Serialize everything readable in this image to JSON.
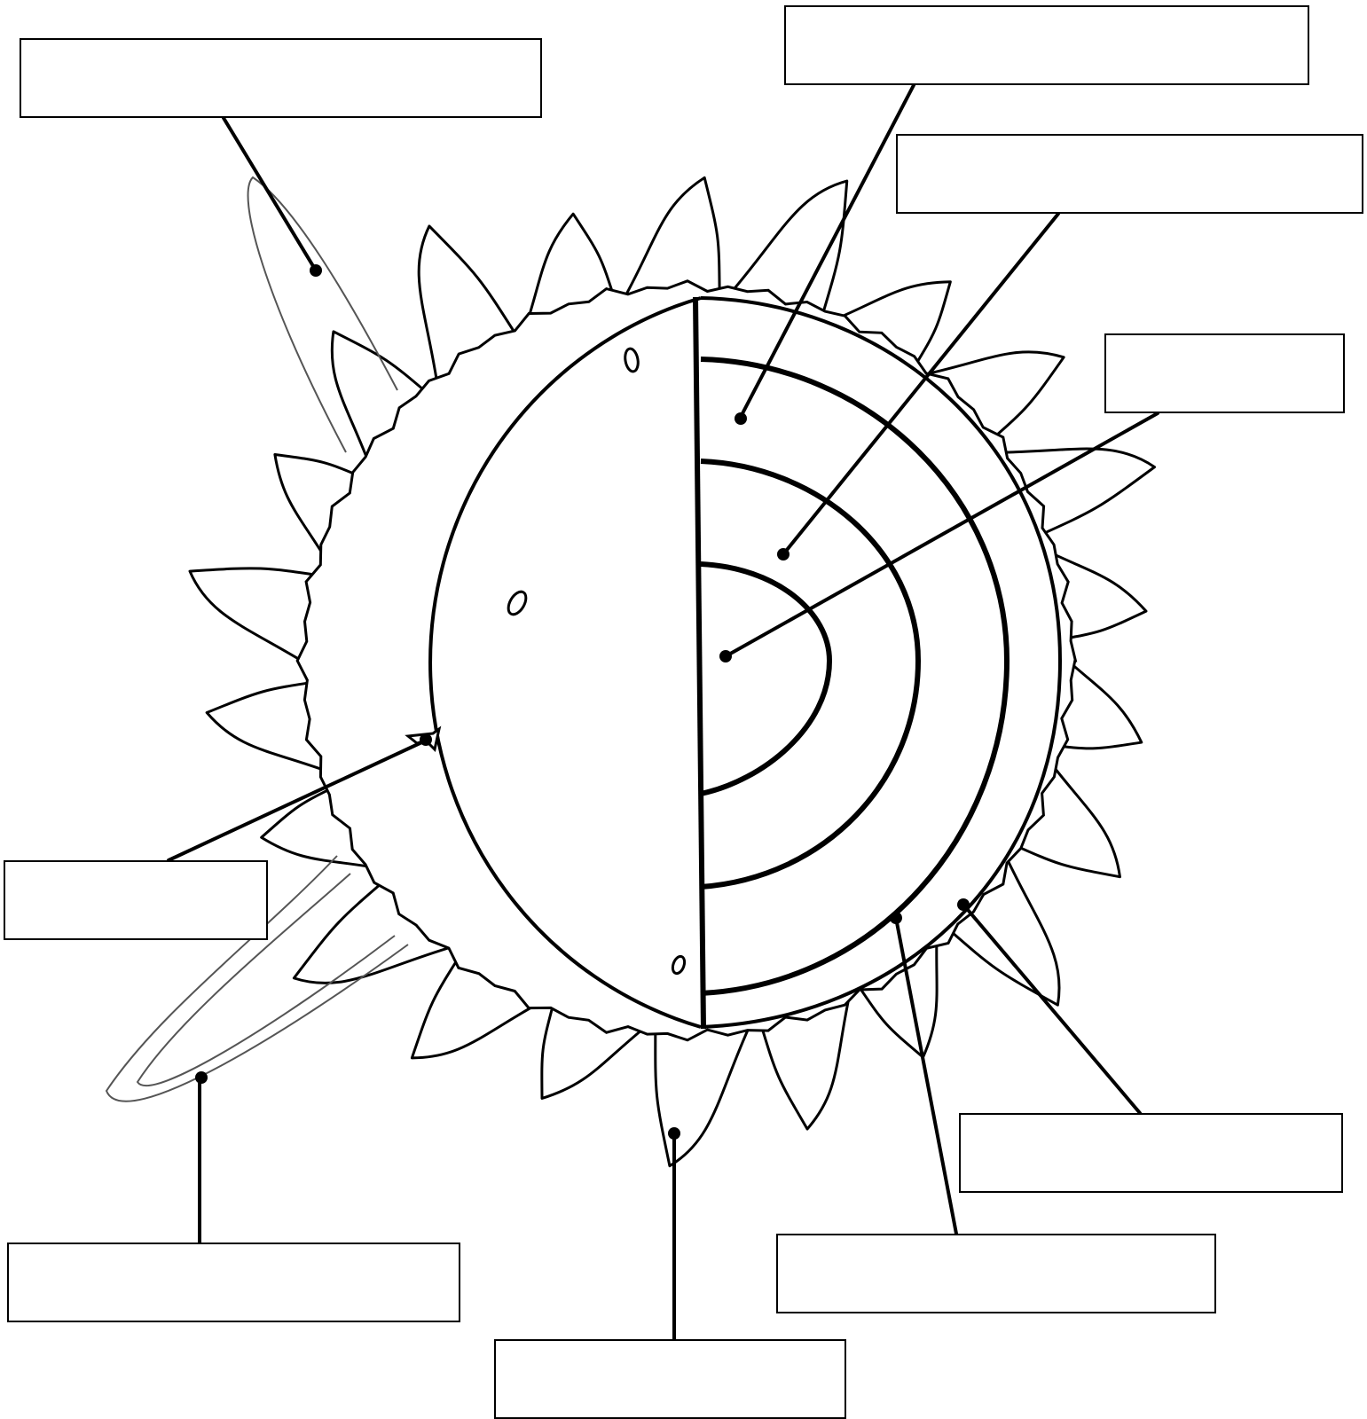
{
  "diagram": {
    "labels": [
      {
        "id": "box-1",
        "text": ""
      },
      {
        "id": "box-2",
        "text": ""
      },
      {
        "id": "box-3",
        "text": ""
      },
      {
        "id": "box-4",
        "text": ""
      },
      {
        "id": "box-5",
        "text": ""
      },
      {
        "id": "box-6",
        "text": ""
      },
      {
        "id": "box-7",
        "text": ""
      },
      {
        "id": "box-8",
        "text": ""
      },
      {
        "id": "box-9",
        "text": ""
      }
    ],
    "colors": {
      "line": "#000000",
      "fill": "#ffffff",
      "prominence": "#555555"
    }
  }
}
